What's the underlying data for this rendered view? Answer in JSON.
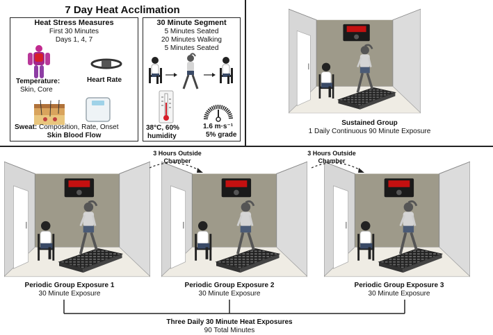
{
  "acclimation": {
    "title": "7 Day Heat Acclimation",
    "stress": {
      "heading": "Heat Stress Measures",
      "line1": "First 30 Minutes",
      "line2": "Days 1, 4, 7",
      "temp_label": "Temperature:",
      "temp_value": "Skin, Core",
      "hr_label": "Heart Rate",
      "sweat_label": "Sweat:",
      "sweat_value": "Composition, Rate, Onset",
      "skin_label": "Skin Blood Flow"
    },
    "segment": {
      "heading": "30 Minute Segment",
      "line1": "5 Minutes Seated",
      "line2": "20 Minutes Walking",
      "line3": "5 Minutes Seated",
      "env_temp": "38°C, 60%",
      "env_humidity": "humidity",
      "speed": "1.6 m·s⁻¹",
      "grade": "5% grade"
    }
  },
  "sustained": {
    "title": "Sustained Group",
    "subtitle": "1 Daily Continuous 90 Minute Exposure"
  },
  "transitions": [
    {
      "line1": "3 Hours Outside",
      "line2": "Chamber"
    },
    {
      "line1": "3 Hours Outside",
      "line2": "Chamber"
    }
  ],
  "periodic": [
    {
      "title": "Periodic Group Exposure 1",
      "subtitle": "30 Minute Exposure"
    },
    {
      "title": "Periodic Group Exposure 2",
      "subtitle": "30 Minute Exposure"
    },
    {
      "title": "Periodic Group Exposure 3",
      "subtitle": "30 Minute Exposure"
    }
  ],
  "summary": {
    "title": "Three Daily 30 Minute Heat Exposures",
    "subtitle": "90 Total Minutes"
  },
  "colors": {
    "wall": "#9e9a8a",
    "side": "#d9d9d9",
    "floor": "#efece4",
    "display": "#c41010",
    "body_heat": "#d61f2a"
  }
}
